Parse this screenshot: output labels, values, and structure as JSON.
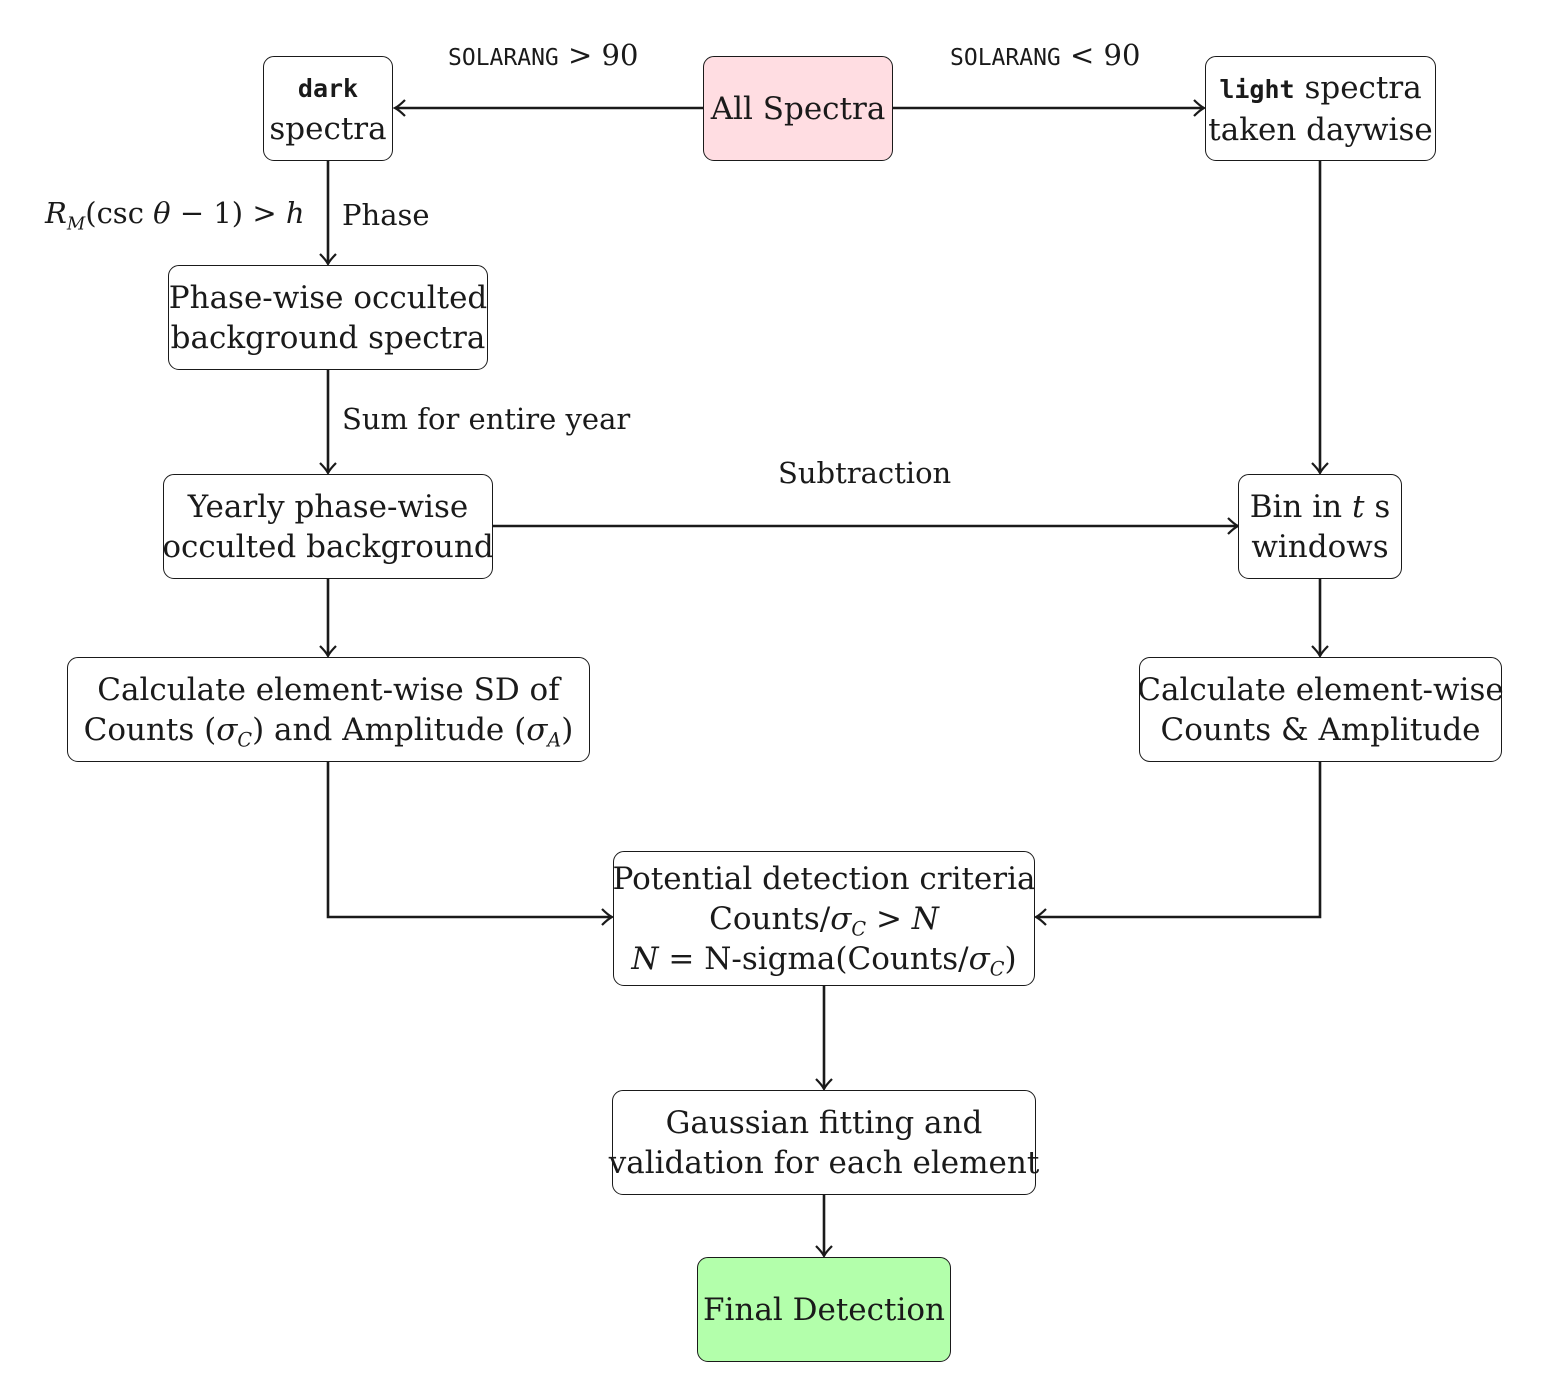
{
  "nodes": {
    "all_spectra": "All Spectra",
    "dark": {
      "code": "dark",
      "text": "spectra"
    },
    "light": {
      "code": "light",
      "text1": "spectra",
      "text2": "taken daywise"
    },
    "phase_occulted": {
      "line1": "Phase-wise occulted",
      "line2": "background spectra"
    },
    "yearly": {
      "line1": "Yearly phase-wise",
      "line2": "occulted background"
    },
    "bin": {
      "pre": "Bin in",
      "var": "t",
      "post": "s",
      "line2": "windows"
    },
    "sd": {
      "line1": "Calculate element-wise SD of",
      "counts_pre": "Counts (",
      "sigma_c": "σ",
      "sub_c": "C",
      "mid": ") and Amplitude (",
      "sigma_a": "σ",
      "sub_a": "A",
      "close": ")"
    },
    "elementwise": {
      "line1": "Calculate element-wise",
      "line2": "Counts & Amplitude"
    },
    "criteria": {
      "line1": "Potential detection criteria",
      "l2_pre": "Counts/",
      "l2_sigma": "σ",
      "l2_sub": "C",
      "l2_op": " > ",
      "l2_N": "N",
      "l3_N": "N",
      "l3_mid": " = N-sigma(Counts/",
      "l3_sigma": "σ",
      "l3_sub": "C",
      "l3_close": ")"
    },
    "gaussian": {
      "line1": "Gaussian fitting and",
      "line2": "validation for each element"
    },
    "final": "Final Detection"
  },
  "edges": {
    "solarang_gt": {
      "code": "SOLARANG",
      "rest": " > 90"
    },
    "solarang_lt": {
      "code": "SOLARANG",
      "rest": " < 90"
    },
    "condition": {
      "R": "R",
      "sub": "M",
      "mid": "(csc ",
      "theta": "θ",
      "rest": " − 1) > ",
      "h": "h"
    },
    "phase": "Phase",
    "sum": "Sum for entire year",
    "subtraction": "Subtraction"
  },
  "colors": {
    "start_fill": "#ffdde2",
    "end_fill": "#b3ffab",
    "stroke": "#1a1a1a"
  }
}
